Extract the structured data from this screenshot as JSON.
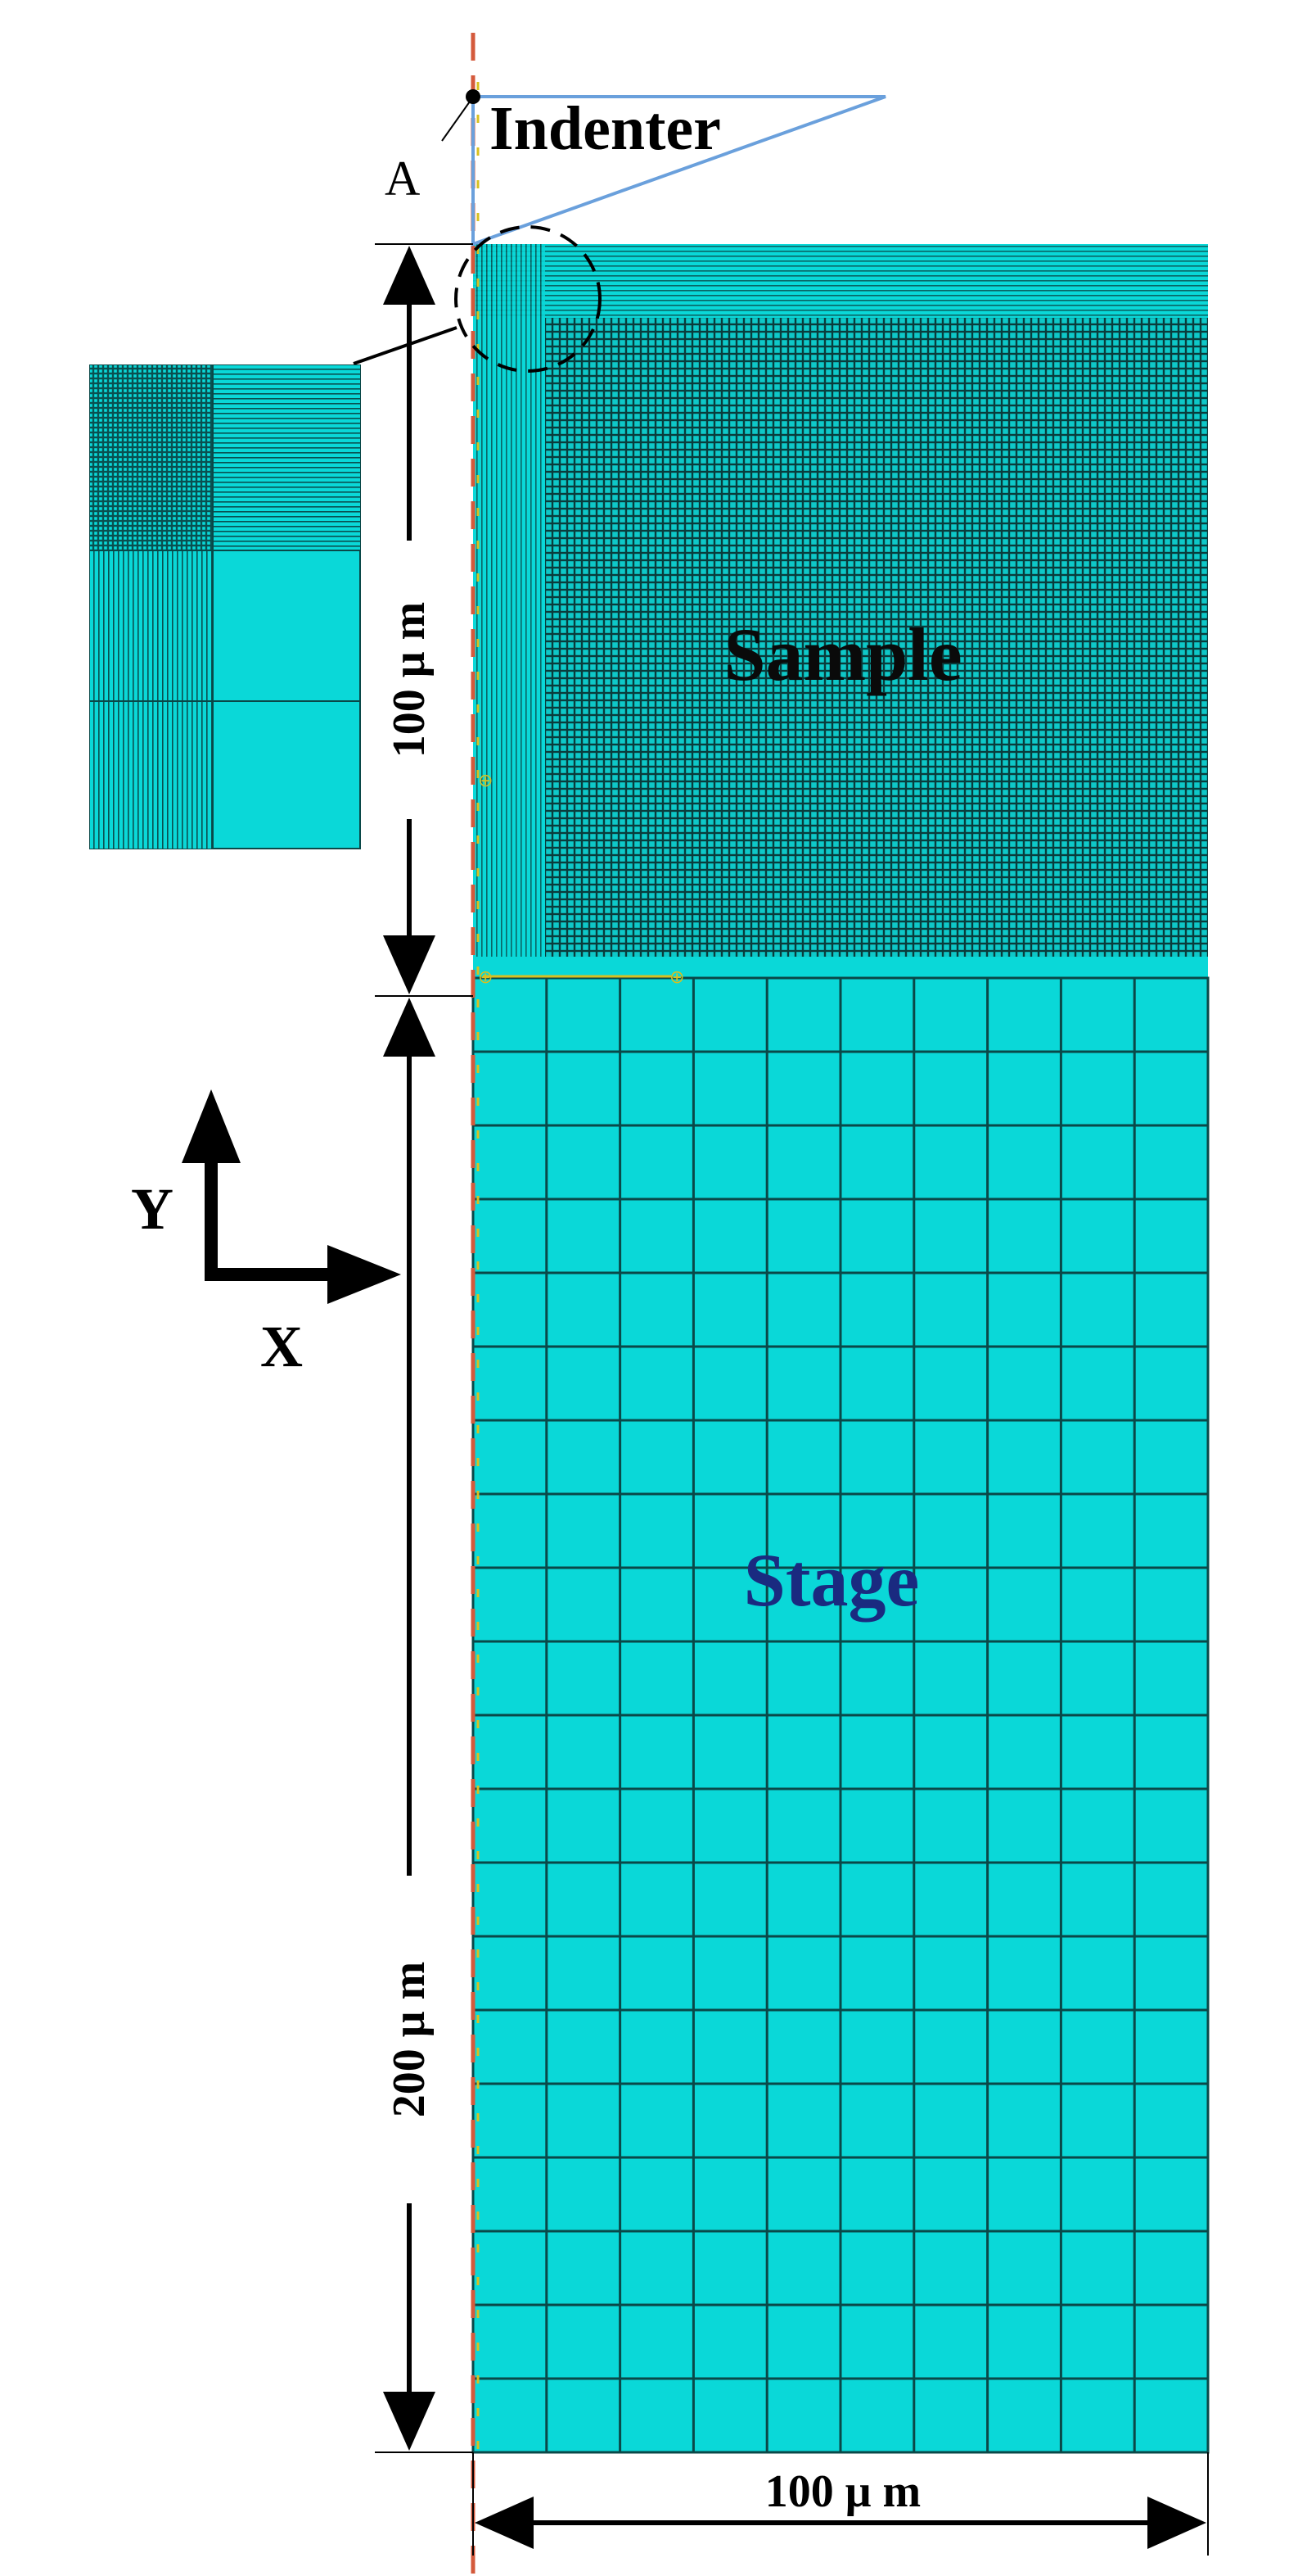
{
  "labels": {
    "indenter": "Indenter",
    "point_a": "A",
    "sample": "Sample",
    "stage": "Stage",
    "axis_y": "Y",
    "axis_x": "X",
    "dim_sample_height": "100 μ m",
    "dim_stage_height": "200 μ m",
    "dim_width": "100 μ m"
  },
  "mesh": {
    "stage_columns": 10,
    "stage_rows": 20
  },
  "colors": {
    "mesh_fill": "#0ad8d8",
    "mesh_line": "#0a4848",
    "sample_label": "#0a0a0a",
    "stage_label": "#1a2a80",
    "indenter_outline": "#6aa0dc",
    "symmetry_axis": "#d45a3c",
    "symmetry_axis_alt": "#d8c020"
  }
}
